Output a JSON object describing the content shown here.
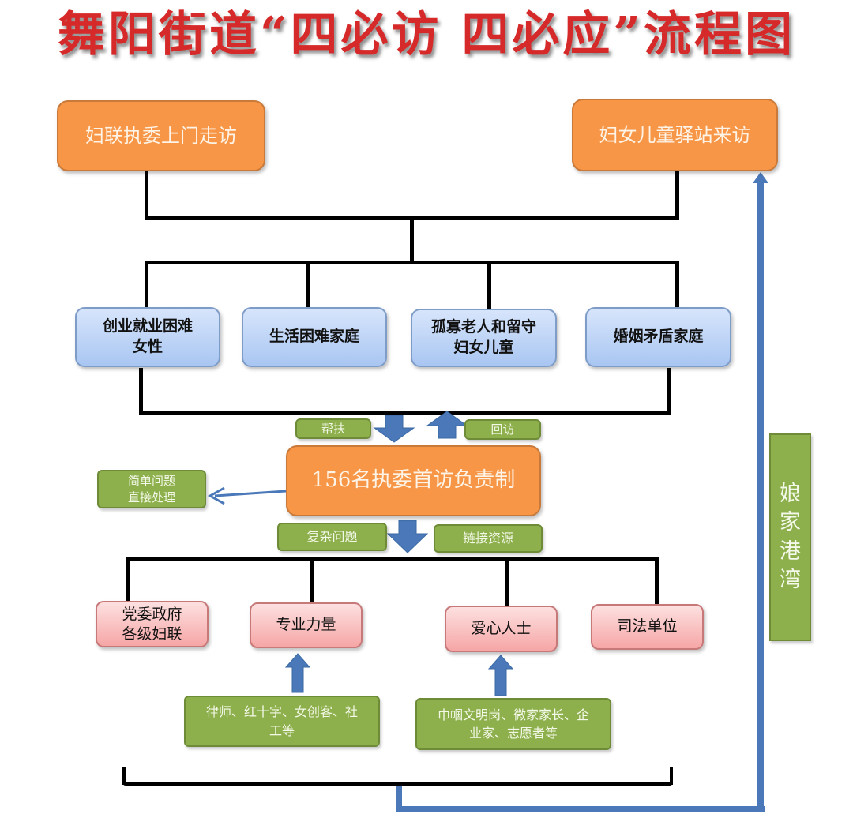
{
  "title": "舞阳街道“四必访 四必应”流程图",
  "sources": [
    {
      "label": "妇联执委上门走访"
    },
    {
      "label": "妇女儿童驿站来访"
    }
  ],
  "target_groups": [
    {
      "label": "创业就业困难\n女性"
    },
    {
      "label": "生活困难家庭"
    },
    {
      "label": "孤寡老人和留守\n妇女儿童"
    },
    {
      "label": "婚姻矛盾家庭"
    }
  ],
  "flow_labels": {
    "help": "帮扶",
    "revisit": "回访",
    "complex": "复杂问题",
    "link": "链接资源"
  },
  "center": {
    "label": "156名执委首访负责制"
  },
  "simple": {
    "label": "简单问题\n直接处理"
  },
  "resources": [
    {
      "label": "党委政府\n各级妇联"
    },
    {
      "label": "专业力量"
    },
    {
      "label": "爱心人士"
    },
    {
      "label": "司法单位"
    }
  ],
  "resource_details": [
    {
      "label": "律师、红十字、女创客、社\n工等"
    },
    {
      "label": "巾帼文明岗、微家家长、企\n业家、志愿者等"
    }
  ],
  "side_label": "娘\n家\n港\n湾",
  "colors": {
    "title": "#d62a2a",
    "orange": "#f79646",
    "blue_box": "#bcd3f6",
    "pink_box": "#f9c0c0",
    "green": "#8db04d",
    "arrow_blue": "#4a78b8"
  }
}
